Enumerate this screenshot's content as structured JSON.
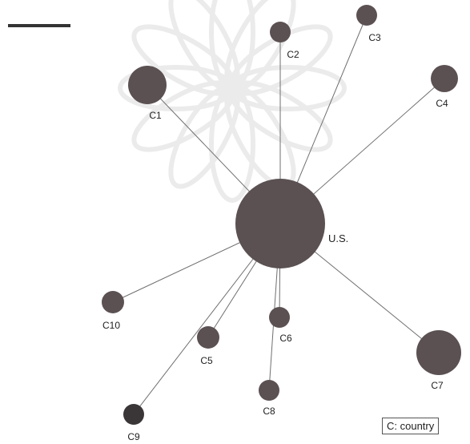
{
  "diagram": {
    "hub": {
      "id": "us",
      "label": "U.S."
    },
    "nodes": [
      {
        "id": "c1",
        "label": "C1"
      },
      {
        "id": "c2",
        "label": "C2"
      },
      {
        "id": "c3",
        "label": "C3"
      },
      {
        "id": "c4",
        "label": "C4"
      },
      {
        "id": "c5",
        "label": "C5"
      },
      {
        "id": "c6",
        "label": "C6"
      },
      {
        "id": "c7",
        "label": "C7"
      },
      {
        "id": "c8",
        "label": "C8"
      },
      {
        "id": "c9",
        "label": "C9"
      },
      {
        "id": "c10",
        "label": "C10"
      }
    ],
    "edges": [
      [
        "us",
        "c1"
      ],
      [
        "us",
        "c2"
      ],
      [
        "us",
        "c3"
      ],
      [
        "us",
        "c4"
      ],
      [
        "us",
        "c5"
      ],
      [
        "us",
        "c6"
      ],
      [
        "us",
        "c7"
      ],
      [
        "us",
        "c8"
      ],
      [
        "us",
        "c9"
      ],
      [
        "us",
        "c10"
      ]
    ],
    "legend": {
      "text": "C: country"
    },
    "colors": {
      "node": "#5b5152",
      "node_dark": "#3a3537",
      "edge": "#6f6f6f",
      "watermark": "#ebebeb",
      "accent_bar": "#333333"
    }
  }
}
